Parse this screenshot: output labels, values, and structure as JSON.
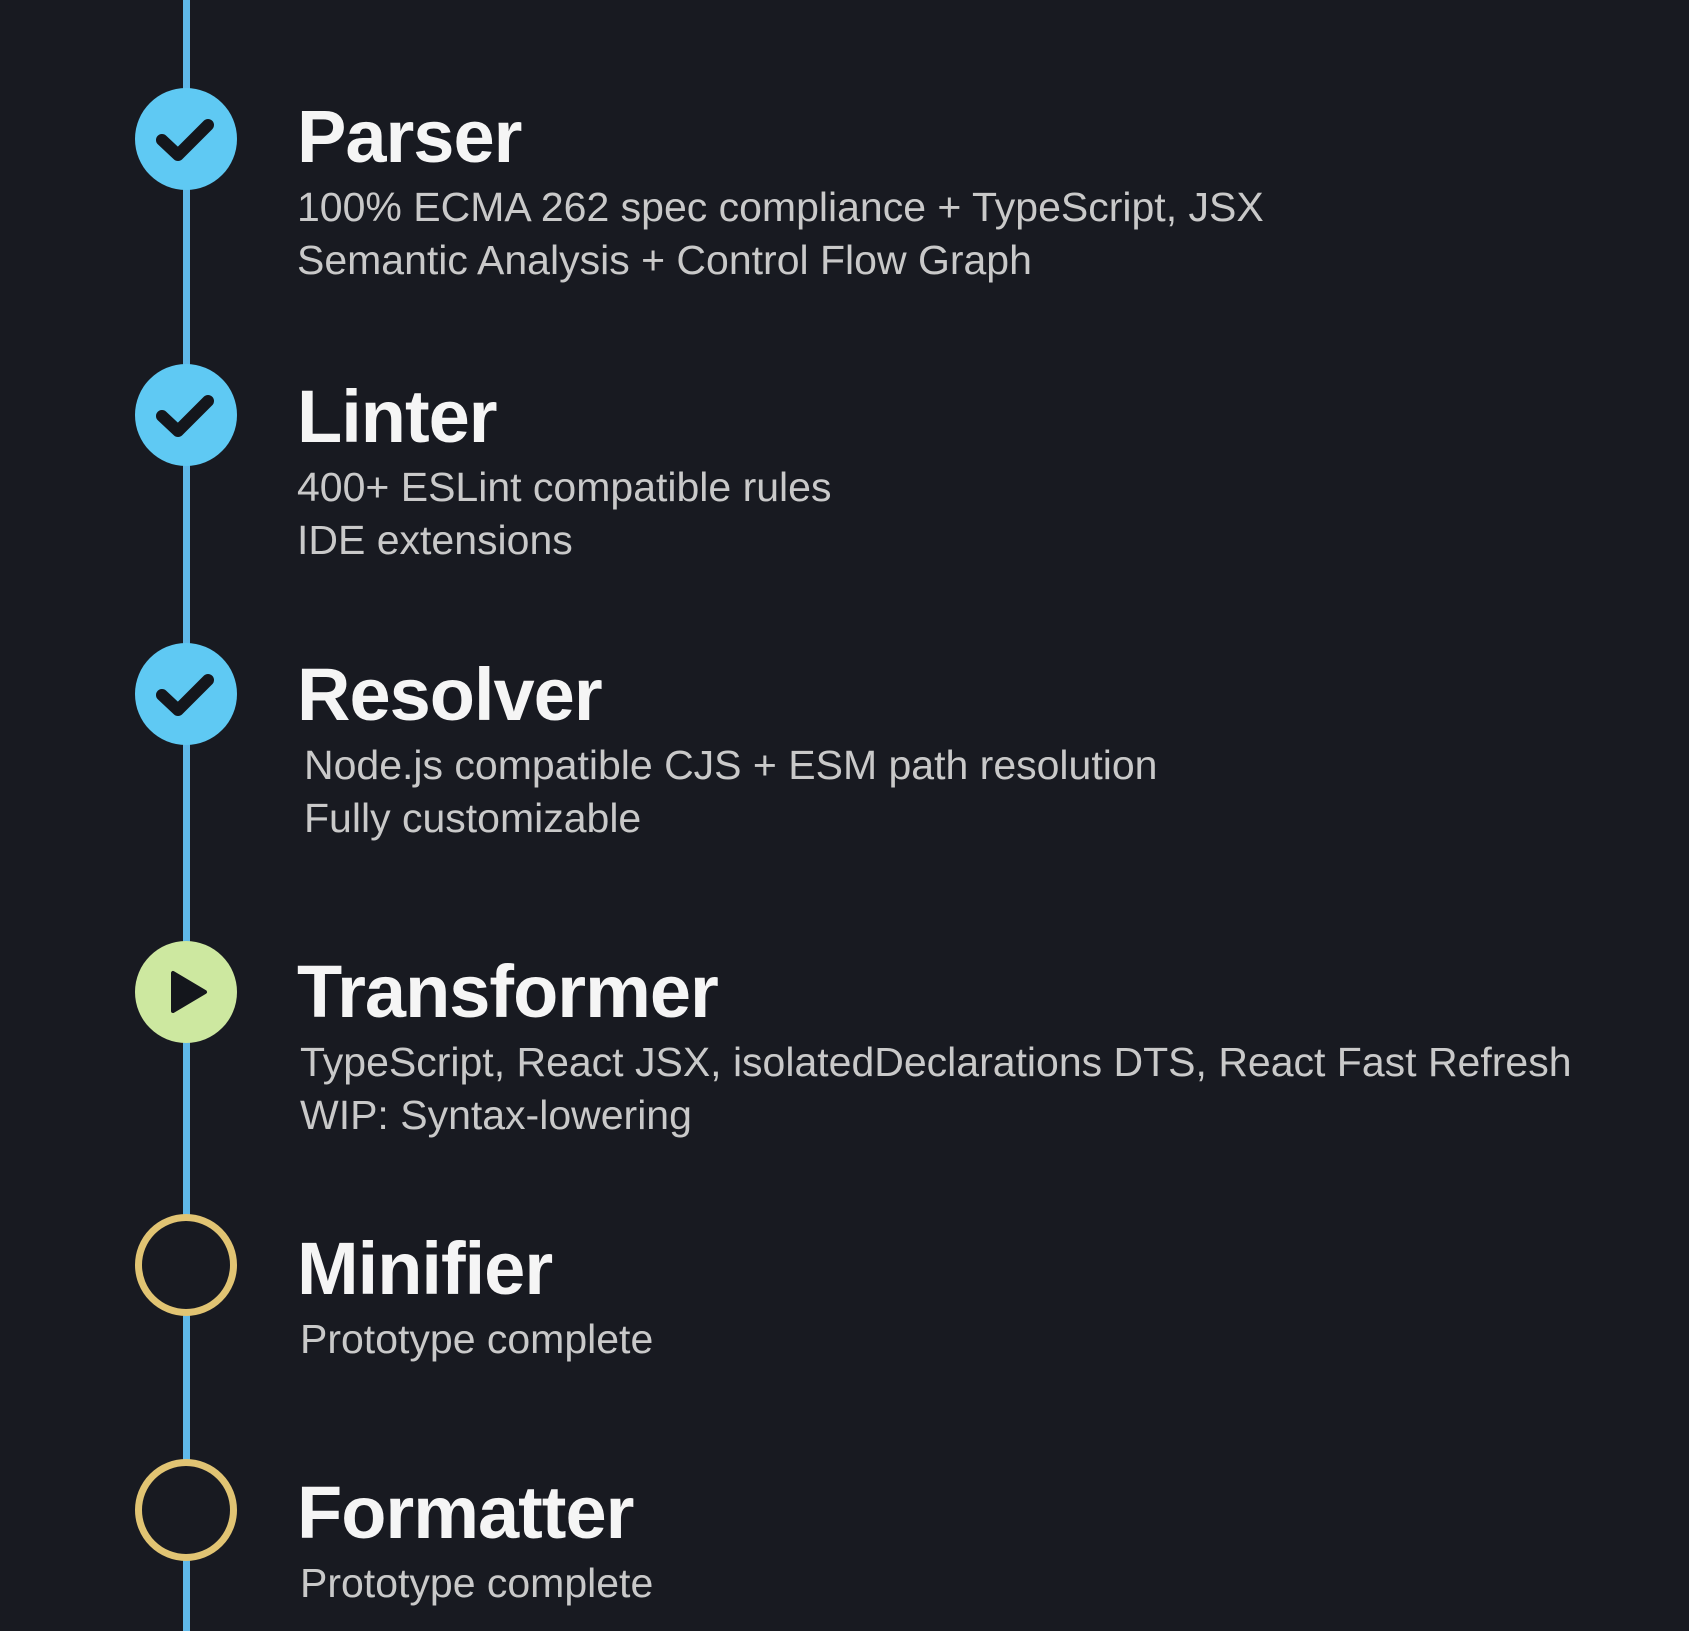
{
  "colors": {
    "background": "#181a21",
    "timeline": "#5fb8e8",
    "done": "#5fc9f3",
    "active": "#cde8a0",
    "pending": "#e1c473"
  },
  "stages": [
    {
      "title": "Parser",
      "status": "done",
      "icon": "check-icon",
      "lines": [
        "100% ECMA 262 spec compliance + TypeScript, JSX",
        "Semantic Analysis + Control Flow Graph"
      ]
    },
    {
      "title": "Linter",
      "status": "done",
      "icon": "check-icon",
      "lines": [
        "400+ ESLint compatible rules",
        "IDE extensions"
      ]
    },
    {
      "title": "Resolver",
      "status": "done",
      "icon": "check-icon",
      "lines": [
        "Node.js compatible CJS + ESM path resolution",
        "Fully customizable"
      ]
    },
    {
      "title": "Transformer",
      "status": "in-progress",
      "icon": "play-icon",
      "lines": [
        "TypeScript, React JSX, isolatedDeclarations DTS, React Fast Refresh",
        "WIP: Syntax-lowering"
      ]
    },
    {
      "title": "Minifier",
      "status": "pending",
      "icon": "empty-circle-icon",
      "lines": [
        "Prototype complete"
      ]
    },
    {
      "title": "Formatter",
      "status": "pending",
      "icon": "empty-circle-icon",
      "lines": [
        "Prototype complete"
      ]
    }
  ]
}
